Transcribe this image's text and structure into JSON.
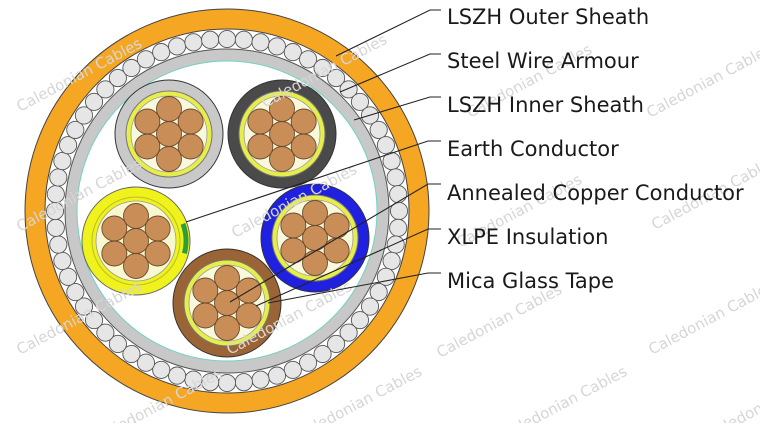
{
  "labels": [
    "LSZH Outer Sheath",
    "Steel Wire Armour",
    "LSZH Inner Sheath",
    "Earth Conductor",
    "Annealed Copper Conductor",
    "XLPE Insulation",
    "Mica Glass Tape"
  ],
  "watermark": "Caledonian Cables",
  "colors": {
    "outer_sheath": "#f5a623",
    "armour_wire": "#e6e6e6",
    "inner_sheath": "#c8c8c8",
    "copper": "#c98e58",
    "mica_tape": "#e7ee4a",
    "earth_yellow": "#f0f21c",
    "earth_green": "#2e9e3a",
    "core_grey": "#c9c9c9",
    "core_black": "#4a4a4a",
    "core_blue": "#2020e0",
    "core_brown": "#9a6436",
    "filler_line": "#6fd3c2"
  }
}
